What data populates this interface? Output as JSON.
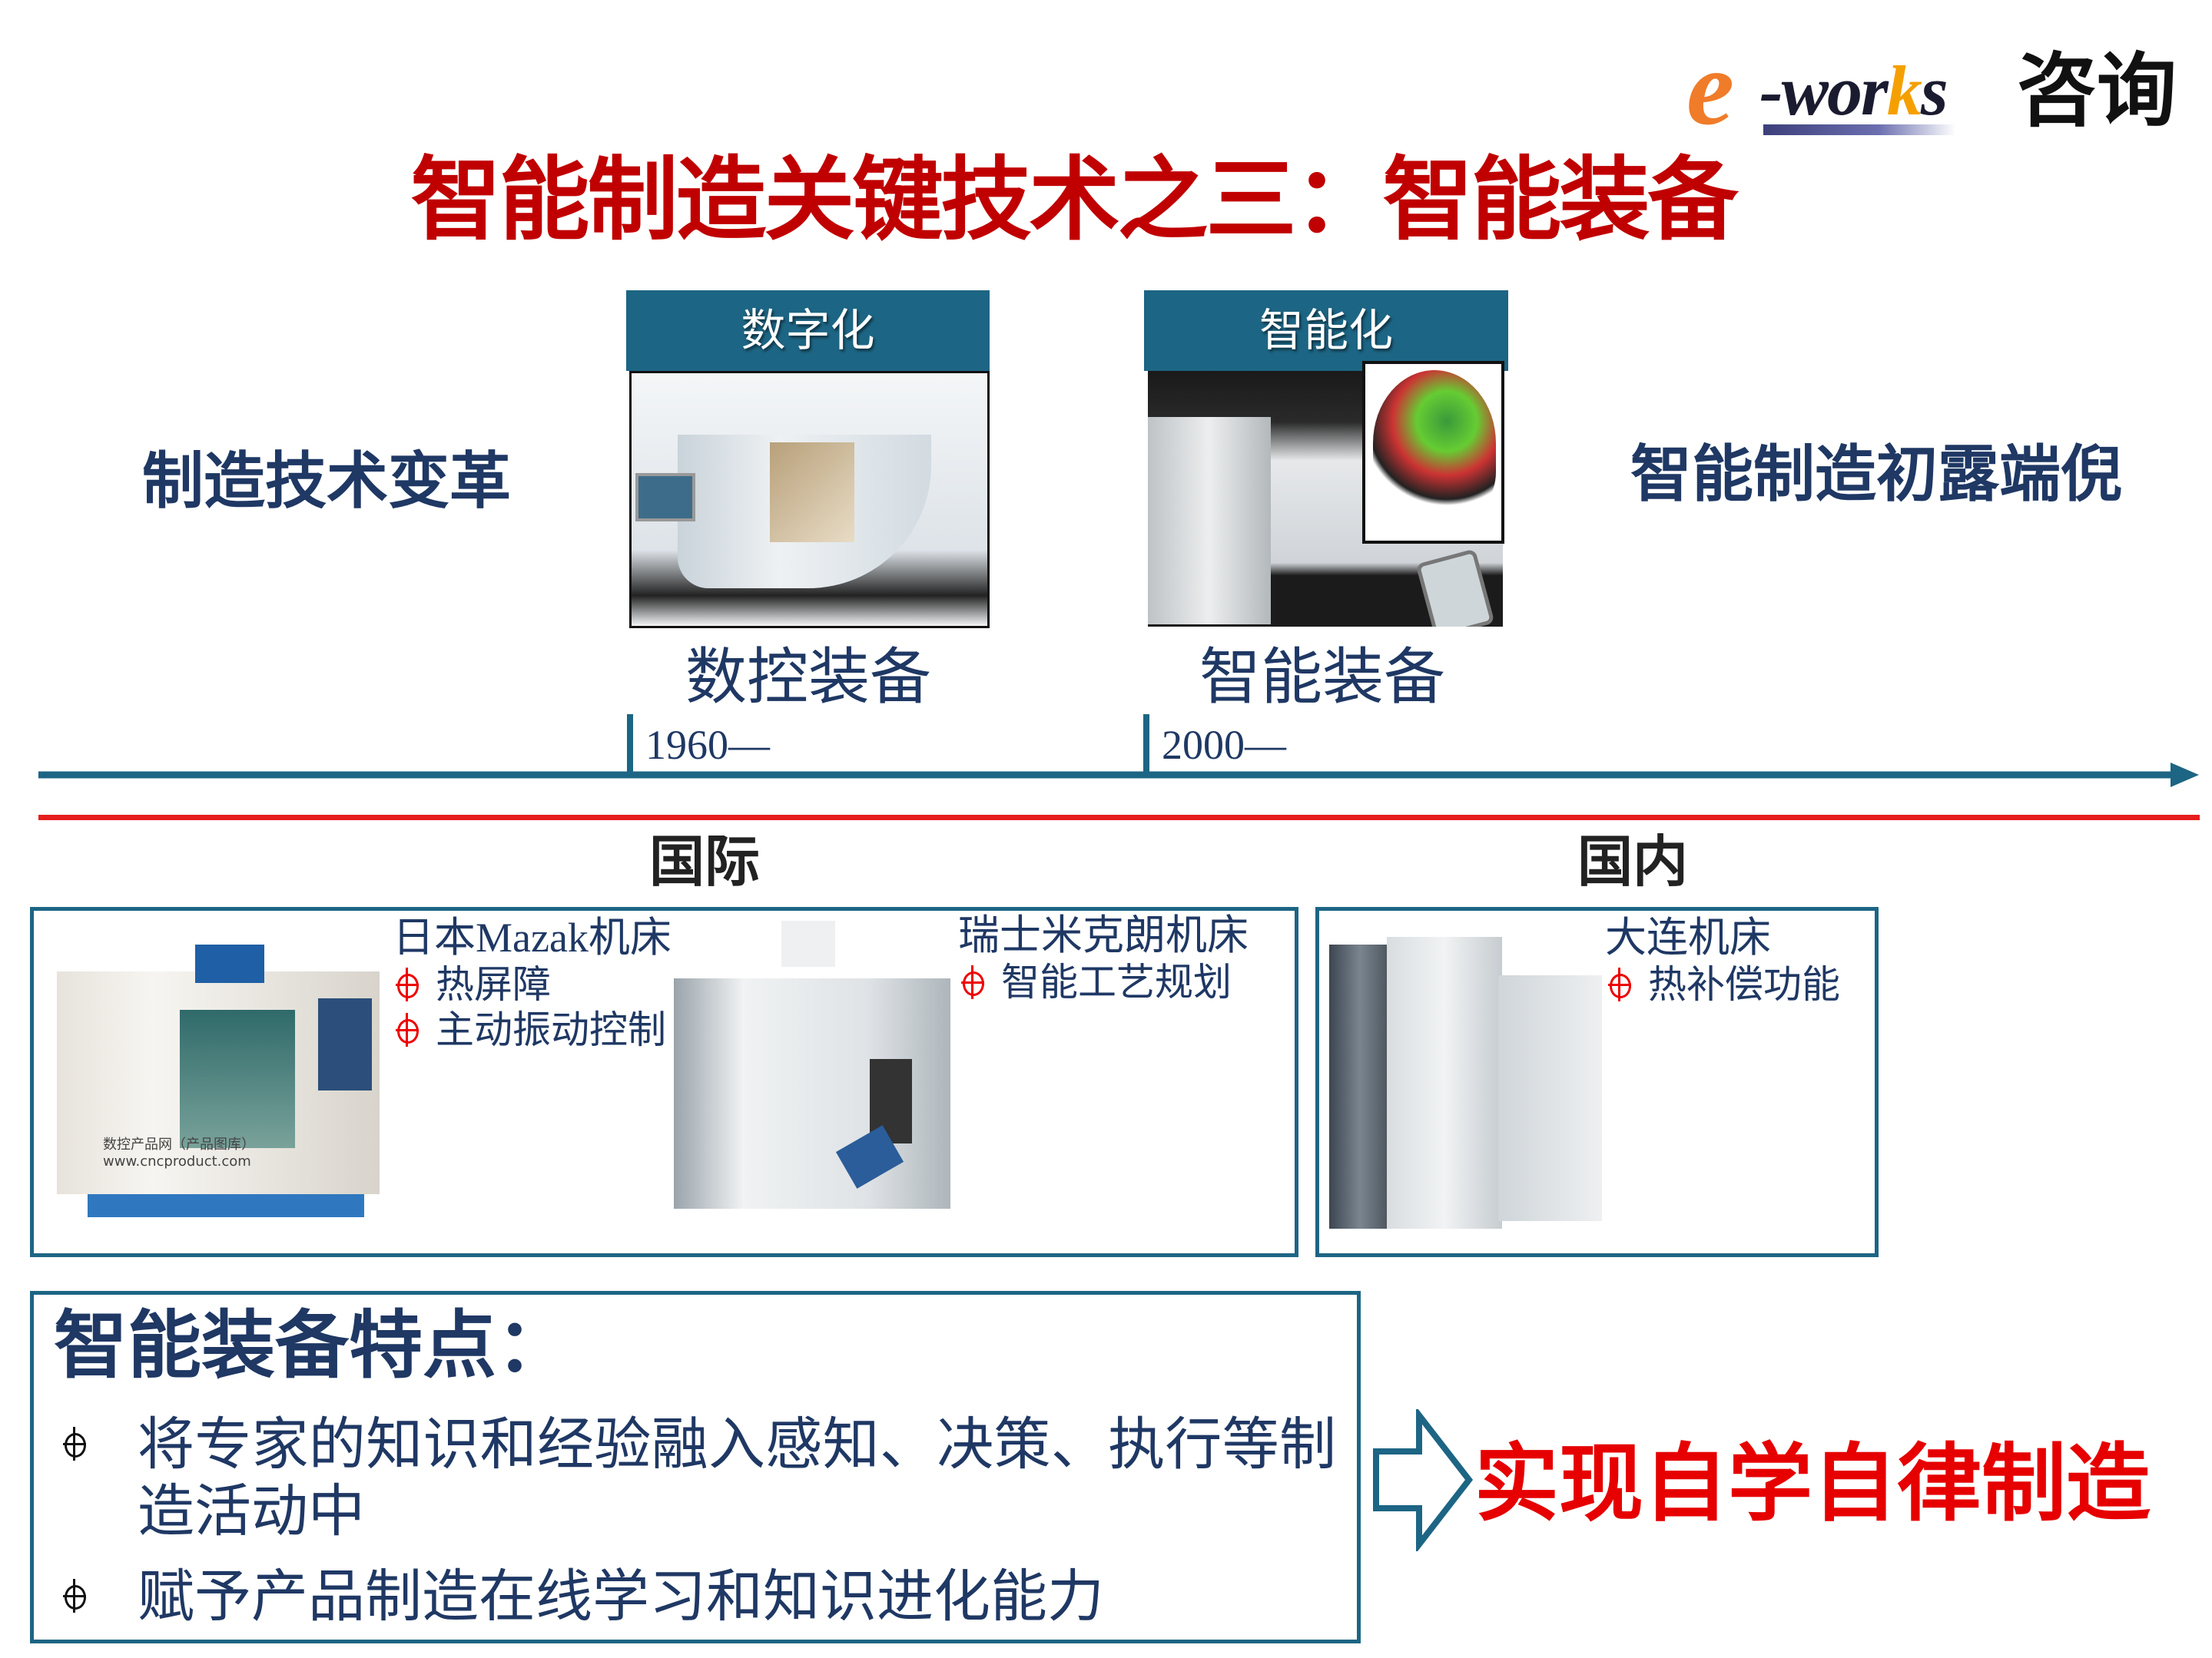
{
  "logo": {
    "brand_e": "e",
    "brand_rest_1": "-wor",
    "brand_k": "k",
    "brand_rest_2": "s",
    "brand_cn": "咨询"
  },
  "title": "智能制造关键技术之三：智能装备",
  "timeline": {
    "left_label": "制造技术变革",
    "right_label": "智能制造初露端倪",
    "stages": [
      {
        "header": "数字化",
        "label": "数控装备",
        "year": "1960—"
      },
      {
        "header": "智能化",
        "label": "智能装备",
        "year": "2000—"
      }
    ]
  },
  "regions": {
    "international": "国际",
    "domestic": "国内"
  },
  "machines": [
    {
      "name_cn_prefix": "日本",
      "name_latin": "Mazak",
      "name_cn_suffix": "机床",
      "features": [
        "热屏障",
        "主动振动控制"
      ],
      "image_caption": "数控产品网（产品图库） www.cncproduct.com"
    },
    {
      "name": "瑞士米克朗机床",
      "features": [
        "智能工艺规划"
      ]
    },
    {
      "name": "大连机床",
      "features": [
        "热补偿功能"
      ]
    }
  ],
  "characteristics": {
    "heading": "智能装备特点：",
    "items": [
      "将专家的知识和经验融入感知、决策、执行等制造活动中",
      "赋予产品制造在线学习和知识进化能力"
    ]
  },
  "result": "实现自学自律制造",
  "colors": {
    "title_red": "#c00000",
    "navy_text": "#1f3864",
    "teal": "#1d6584",
    "result_red": "#e60000"
  }
}
